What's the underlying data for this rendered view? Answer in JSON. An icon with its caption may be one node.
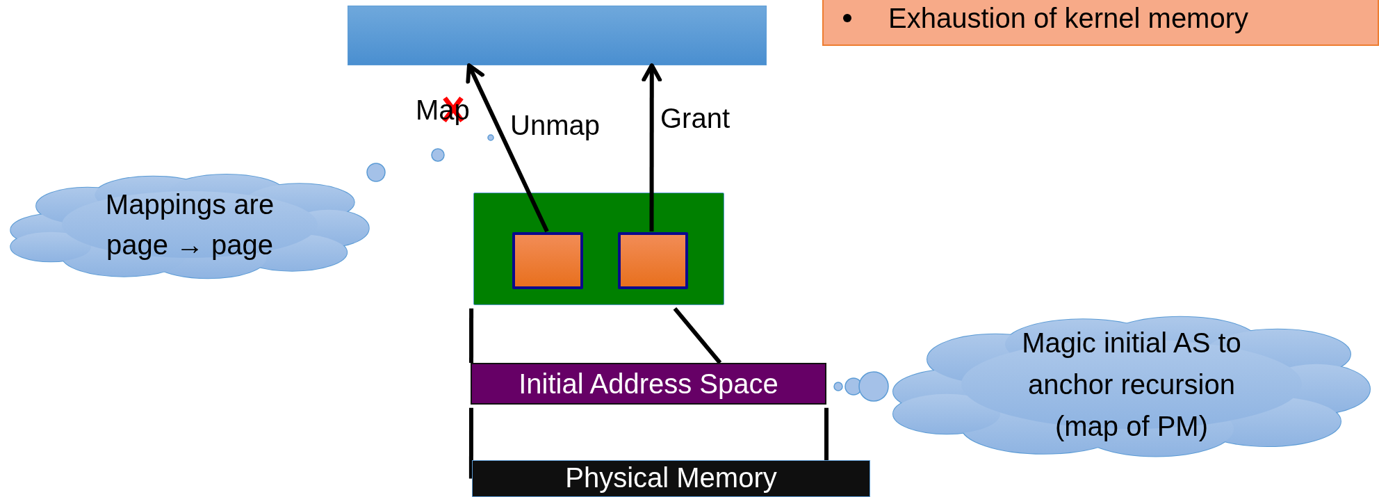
{
  "diagram": {
    "nodes": [
      {
        "text": [
          "Exhaustion of kernel memory"
        ]
      },
      {
        "text": [],
        "shape": "bar"
      },
      {
        "text": [
          "Mappings are page → page"
        ]
      },
      {
        "text": [],
        "shape": "box"
      },
      {
        "text": [],
        "shape": "box",
        "in": 3
      },
      {
        "text": [],
        "shape": "box",
        "in": 3
      },
      {
        "text": [
          "Initial Address Space"
        ]
      },
      {
        "text": [
          "Magic initial AS to anchor recursion (map of PM)"
        ]
      },
      {
        "text": [
          "Physical Memory"
        ]
      }
    ],
    "edges": [
      {
        "from": 4,
        "to": 1,
        "arrow": "to",
        "label": "Unmap"
      },
      {
        "from": 5,
        "to": 1,
        "arrow": "to",
        "label": "Grant"
      },
      {
        "from": 3,
        "to": 6,
        "arrow": "none"
      },
      {
        "from": 3,
        "to": 6,
        "arrow": "none"
      },
      {
        "from": 6,
        "to": 8,
        "arrow": "none"
      },
      {
        "from": 6,
        "to": 8,
        "arrow": "none"
      }
    ],
    "labels": [
      "Map"
    ]
  }
}
